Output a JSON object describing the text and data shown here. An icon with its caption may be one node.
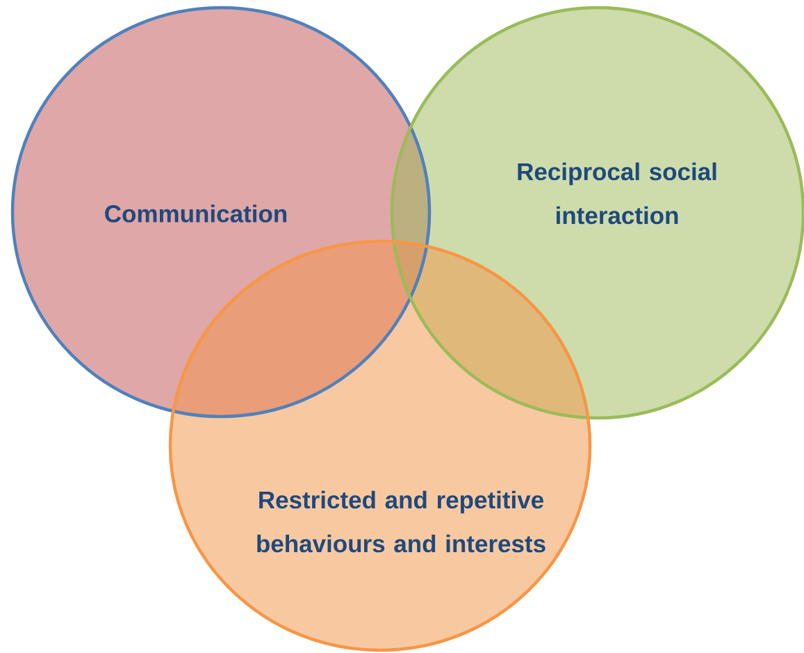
{
  "diagram": {
    "nodes": [
      {
        "text": [
          "Communication"
        ]
      },
      {
        "text": [
          "Reciprocal social interaction"
        ]
      },
      {
        "text": [
          "Restricted and repetitive behaviours and interests"
        ]
      }
    ]
  }
}
